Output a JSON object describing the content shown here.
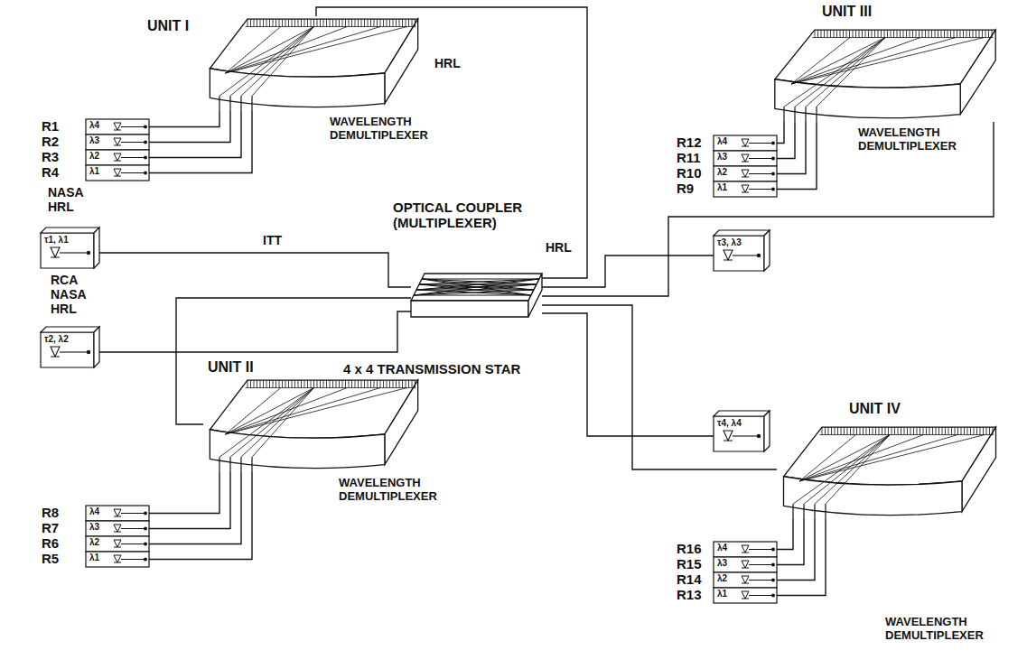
{
  "diagram": {
    "nodes": [
      {
        "text": [
          "UNIT I",
          "WAVELENGTH DEMULTIPLEXER"
        ]
      },
      {
        "text": [
          "λ4"
        ]
      },
      {
        "text": [
          "λ3"
        ]
      },
      {
        "text": [
          "λ2"
        ]
      },
      {
        "text": [
          "λ1"
        ]
      },
      {
        "text": [
          "τ1, λ1"
        ]
      },
      {
        "text": [
          "τ2, λ2"
        ]
      },
      {
        "text": [
          "OPTICAL COUPLER (MULTIPLEXER)",
          "4 x 4 TRANSMISSION STAR"
        ]
      },
      {
        "text": [
          "UNIT II",
          "WAVELENGTH DEMULTIPLEXER"
        ]
      },
      {
        "text": [
          "λ4"
        ]
      },
      {
        "text": [
          "λ3"
        ]
      },
      {
        "text": [
          "λ2"
        ]
      },
      {
        "text": [
          "λ1"
        ]
      },
      {
        "text": [
          "UNIT III",
          "WAVELENGTH DEMULTIPLEXER"
        ]
      },
      {
        "text": [
          "λ4"
        ]
      },
      {
        "text": [
          "λ3"
        ]
      },
      {
        "text": [
          "λ2"
        ]
      },
      {
        "text": [
          "λ1"
        ]
      },
      {
        "text": [
          "τ3, λ3"
        ]
      },
      {
        "text": [
          "τ4, λ4"
        ]
      },
      {
        "text": [
          "UNIT IV",
          "WAVELENGTH DEMULTIPLEXER"
        ]
      },
      {
        "text": [
          "λ4"
        ]
      },
      {
        "text": [
          "λ3"
        ]
      },
      {
        "text": [
          "λ2"
        ]
      },
      {
        "text": [
          "λ1"
        ]
      }
    ],
    "edges": [
      {
        "from": 0,
        "to": 1,
        "arrow": "none"
      },
      {
        "from": 0,
        "to": 2,
        "arrow": "none"
      },
      {
        "from": 0,
        "to": 3,
        "arrow": "none"
      },
      {
        "from": 0,
        "to": 4,
        "arrow": "none"
      },
      {
        "from": 5,
        "to": 7,
        "arrow": "none"
      },
      {
        "from": 6,
        "to": 7,
        "arrow": "none"
      },
      {
        "from": 7,
        "to": 0,
        "arrow": "none"
      },
      {
        "from": 7,
        "to": 8,
        "arrow": "none"
      },
      {
        "from": 8,
        "to": 9,
        "arrow": "none"
      },
      {
        "from": 8,
        "to": 10,
        "arrow": "none"
      },
      {
        "from": 8,
        "to": 11,
        "arrow": "none"
      },
      {
        "from": 8,
        "to": 12,
        "arrow": "none"
      },
      {
        "from": 7,
        "to": 13,
        "arrow": "none"
      },
      {
        "from": 13,
        "to": 14,
        "arrow": "none"
      },
      {
        "from": 13,
        "to": 15,
        "arrow": "none"
      },
      {
        "from": 13,
        "to": 16,
        "arrow": "none"
      },
      {
        "from": 13,
        "to": 17,
        "arrow": "none"
      },
      {
        "from": 18,
        "to": 7,
        "arrow": "none"
      },
      {
        "from": 19,
        "to": 7,
        "arrow": "none"
      },
      {
        "from": 7,
        "to": 20,
        "arrow": "none"
      },
      {
        "from": 20,
        "to": 21,
        "arrow": "none"
      },
      {
        "from": 20,
        "to": 22,
        "arrow": "none"
      },
      {
        "from": 20,
        "to": 23,
        "arrow": "none"
      },
      {
        "from": 20,
        "to": 24,
        "arrow": "none"
      }
    ],
    "labels": [
      "HRL",
      "R1",
      "R2",
      "R3",
      "R4",
      "NASA HRL",
      "RCA NASA HRL",
      "ITT",
      "HRL",
      "R8",
      "R7",
      "R6",
      "R5",
      "R12",
      "R11",
      "R10",
      "R9",
      "R16",
      "R15",
      "R14",
      "R13"
    ]
  }
}
